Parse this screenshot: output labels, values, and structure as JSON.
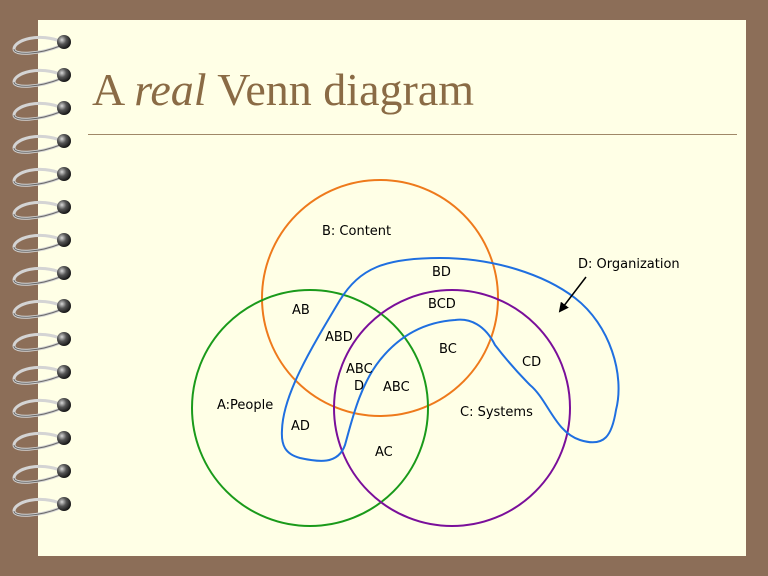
{
  "slide": {
    "title_prefix": "A ",
    "title_emphasis": "real",
    "title_suffix": " Venn diagram"
  },
  "diagram": {
    "sets": [
      {
        "id": "A",
        "label": "A:People",
        "color": "#1a9a1a"
      },
      {
        "id": "B",
        "label": "B: Content",
        "color": "#ee7a1c"
      },
      {
        "id": "C",
        "label": "C: Systems",
        "color": "#7a0f9a"
      },
      {
        "id": "D",
        "label": "D: Organization",
        "color": "#1f6fe0"
      }
    ],
    "regions": {
      "bd": "BD",
      "ab": "AB",
      "bcd": "BCD",
      "abd": "ABD",
      "bc": "BC",
      "cd": "CD",
      "abcd_line1": "ABC",
      "abcd_line2": "D",
      "abc": "ABC",
      "ad": "AD",
      "ac": "AC"
    },
    "arrow_color": "#000000"
  }
}
